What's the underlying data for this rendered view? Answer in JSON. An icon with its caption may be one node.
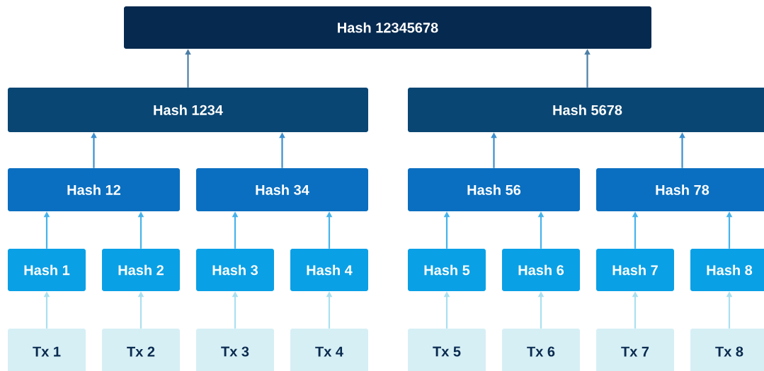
{
  "diagram": {
    "nodes": [
      {
        "text": [
          "Hash 12345678"
        ]
      },
      {
        "text": [
          "Hash 1234"
        ]
      },
      {
        "text": [
          "Hash 5678"
        ]
      },
      {
        "text": [
          "Hash 12"
        ]
      },
      {
        "text": [
          "Hash 34"
        ]
      },
      {
        "text": [
          "Hash 56"
        ]
      },
      {
        "text": [
          "Hash 78"
        ]
      },
      {
        "text": [
          "Hash 1"
        ]
      },
      {
        "text": [
          "Hash 2"
        ]
      },
      {
        "text": [
          "Hash 3"
        ]
      },
      {
        "text": [
          "Hash 4"
        ]
      },
      {
        "text": [
          "Hash 5"
        ]
      },
      {
        "text": [
          "Hash 6"
        ]
      },
      {
        "text": [
          "Hash 7"
        ]
      },
      {
        "text": [
          "Hash 8"
        ]
      },
      {
        "text": [
          "Tx 1"
        ]
      },
      {
        "text": [
          "Tx 2"
        ]
      },
      {
        "text": [
          "Tx 3"
        ]
      },
      {
        "text": [
          "Tx 4"
        ]
      },
      {
        "text": [
          "Tx 5"
        ]
      },
      {
        "text": [
          "Tx 6"
        ]
      },
      {
        "text": [
          "Tx 7"
        ]
      },
      {
        "text": [
          "Tx 8"
        ]
      }
    ],
    "edges": [
      {
        "from": 1,
        "to": 0,
        "arrow": "to",
        "color": "#4b7ea6"
      },
      {
        "from": 2,
        "to": 0,
        "arrow": "to",
        "color": "#4b7ea6"
      },
      {
        "from": 3,
        "to": 1,
        "arrow": "to",
        "color": "#3c8fd0"
      },
      {
        "from": 4,
        "to": 1,
        "arrow": "to",
        "color": "#3c8fd0"
      },
      {
        "from": 5,
        "to": 2,
        "arrow": "to",
        "color": "#3c8fd0"
      },
      {
        "from": 6,
        "to": 2,
        "arrow": "to",
        "color": "#3c8fd0"
      },
      {
        "from": 7,
        "to": 3,
        "arrow": "to",
        "color": "#45b3ec"
      },
      {
        "from": 8,
        "to": 3,
        "arrow": "to",
        "color": "#45b3ec"
      },
      {
        "from": 9,
        "to": 4,
        "arrow": "to",
        "color": "#45b3ec"
      },
      {
        "from": 10,
        "to": 4,
        "arrow": "to",
        "color": "#45b3ec"
      },
      {
        "from": 11,
        "to": 5,
        "arrow": "to",
        "color": "#45b3ec"
      },
      {
        "from": 12,
        "to": 5,
        "arrow": "to",
        "color": "#45b3ec"
      },
      {
        "from": 13,
        "to": 6,
        "arrow": "to",
        "color": "#45b3ec"
      },
      {
        "from": 14,
        "to": 6,
        "arrow": "to",
        "color": "#45b3ec"
      },
      {
        "from": 15,
        "to": 7,
        "arrow": "to",
        "color": "#a9e0f0"
      },
      {
        "from": 16,
        "to": 8,
        "arrow": "to",
        "color": "#a9e0f0"
      },
      {
        "from": 17,
        "to": 9,
        "arrow": "to",
        "color": "#a9e0f0"
      },
      {
        "from": 18,
        "to": 10,
        "arrow": "to",
        "color": "#a9e0f0"
      },
      {
        "from": 19,
        "to": 11,
        "arrow": "to",
        "color": "#a9e0f0"
      },
      {
        "from": 20,
        "to": 12,
        "arrow": "to",
        "color": "#a9e0f0"
      },
      {
        "from": 21,
        "to": 13,
        "arrow": "to",
        "color": "#a9e0f0"
      },
      {
        "from": 22,
        "to": 14,
        "arrow": "to",
        "color": "#a9e0f0"
      }
    ]
  }
}
